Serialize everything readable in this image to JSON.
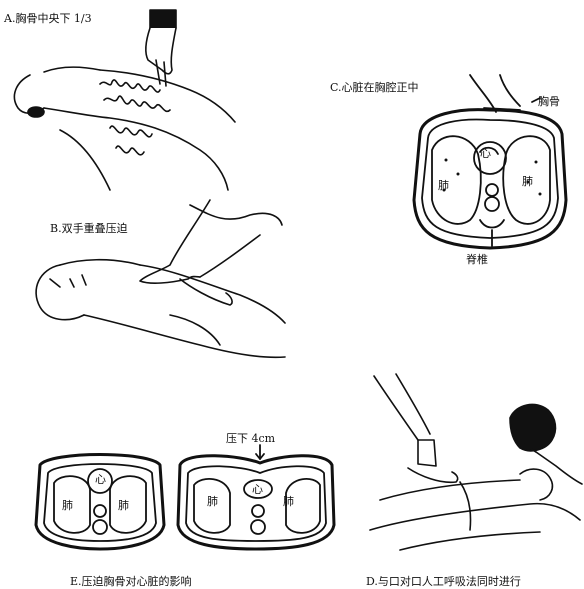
{
  "panels": {
    "a": {
      "caption": "A.胸骨中央下 1/3"
    },
    "b": {
      "caption": "B.双手重叠压迫"
    },
    "c": {
      "caption": "C.心脏在胸腔正中",
      "labels": {
        "sternum": "胸骨",
        "heart": "心",
        "lung_left": "肺",
        "lung_right": "肺",
        "spine": "脊椎"
      }
    },
    "d": {
      "caption": "D.与口对口人工呼吸法同时进行"
    },
    "e": {
      "caption": "E.压迫胸骨对心脏的影响",
      "press_label": "压下 4cm",
      "labels": {
        "heart_1": "心",
        "lung_1l": "肺",
        "lung_1r": "肺",
        "heart_2": "心",
        "lung_2l": "肺",
        "lung_2r": "肺"
      }
    }
  }
}
